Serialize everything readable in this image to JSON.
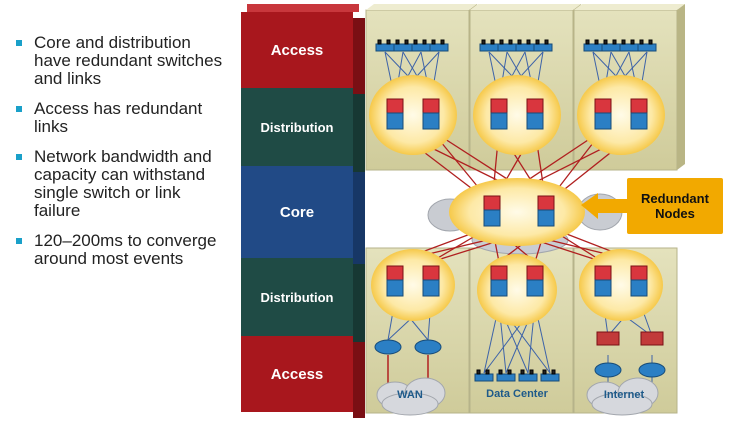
{
  "bullets": [
    "Core and distribution have redundant switches and links",
    "Access has redundant links",
    "Network bandwidth and capacity can withstand single switch or link failure",
    "120–200ms to converge around most events"
  ],
  "layers": {
    "access_top": "Access",
    "distribution_top": "Distribution",
    "core": "Core",
    "distribution_bottom": "Distribution",
    "access_bottom": "Access"
  },
  "callout": "Redundant Nodes",
  "clouds": {
    "wan": "WAN",
    "data_center": "Data Center",
    "internet": "Internet"
  },
  "colors": {
    "access": "#a8171d",
    "distribution": "#1f4b45",
    "core": "#214a86",
    "link": "#b02020",
    "callout": "#f2a900",
    "bullet": "#1aa0c9"
  }
}
